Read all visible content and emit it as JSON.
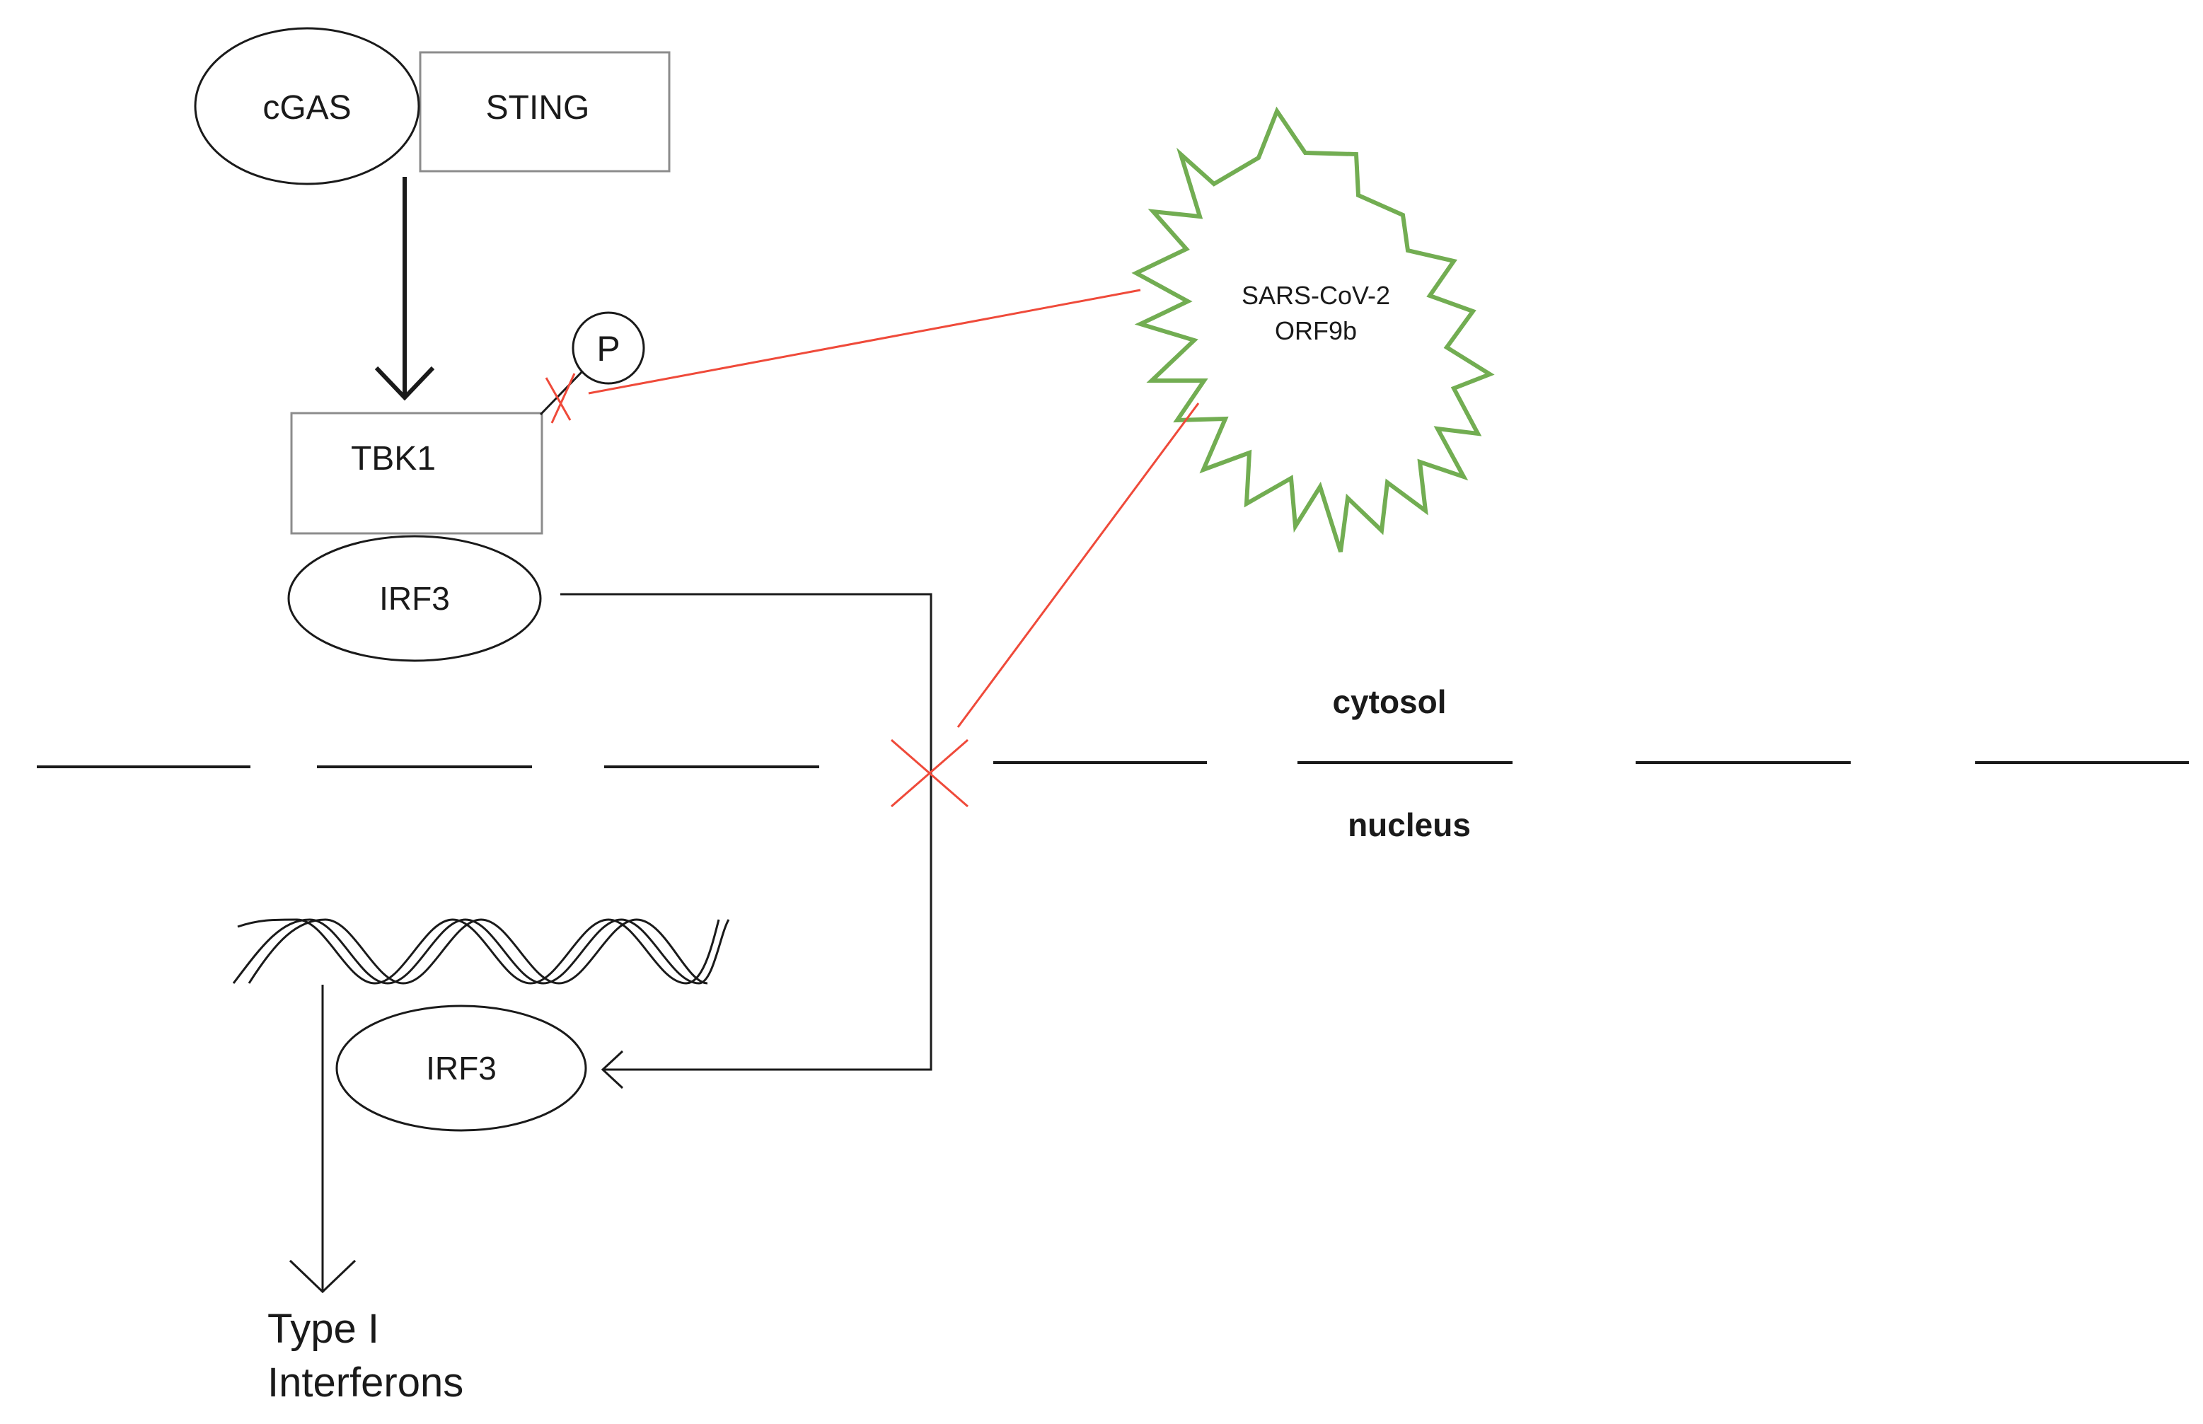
{
  "nodes": {
    "cgas": "cGAS",
    "sting": "STING",
    "tbk1": "TBK1",
    "phospho": "P",
    "irf3_cytosol": "IRF3",
    "irf3_nucleus": "IRF3",
    "virus_line1": "SARS-CoV-2",
    "virus_line2": "ORF9b",
    "output_line1": "Type I",
    "output_line2": "Interferons"
  },
  "compartments": {
    "upper": "cytosol",
    "lower": "nucleus"
  },
  "colors": {
    "ink": "#1a1a1a",
    "outline": "#8c8c8c",
    "inhibition": "#ef4a3a",
    "virus": "#72ad52"
  }
}
